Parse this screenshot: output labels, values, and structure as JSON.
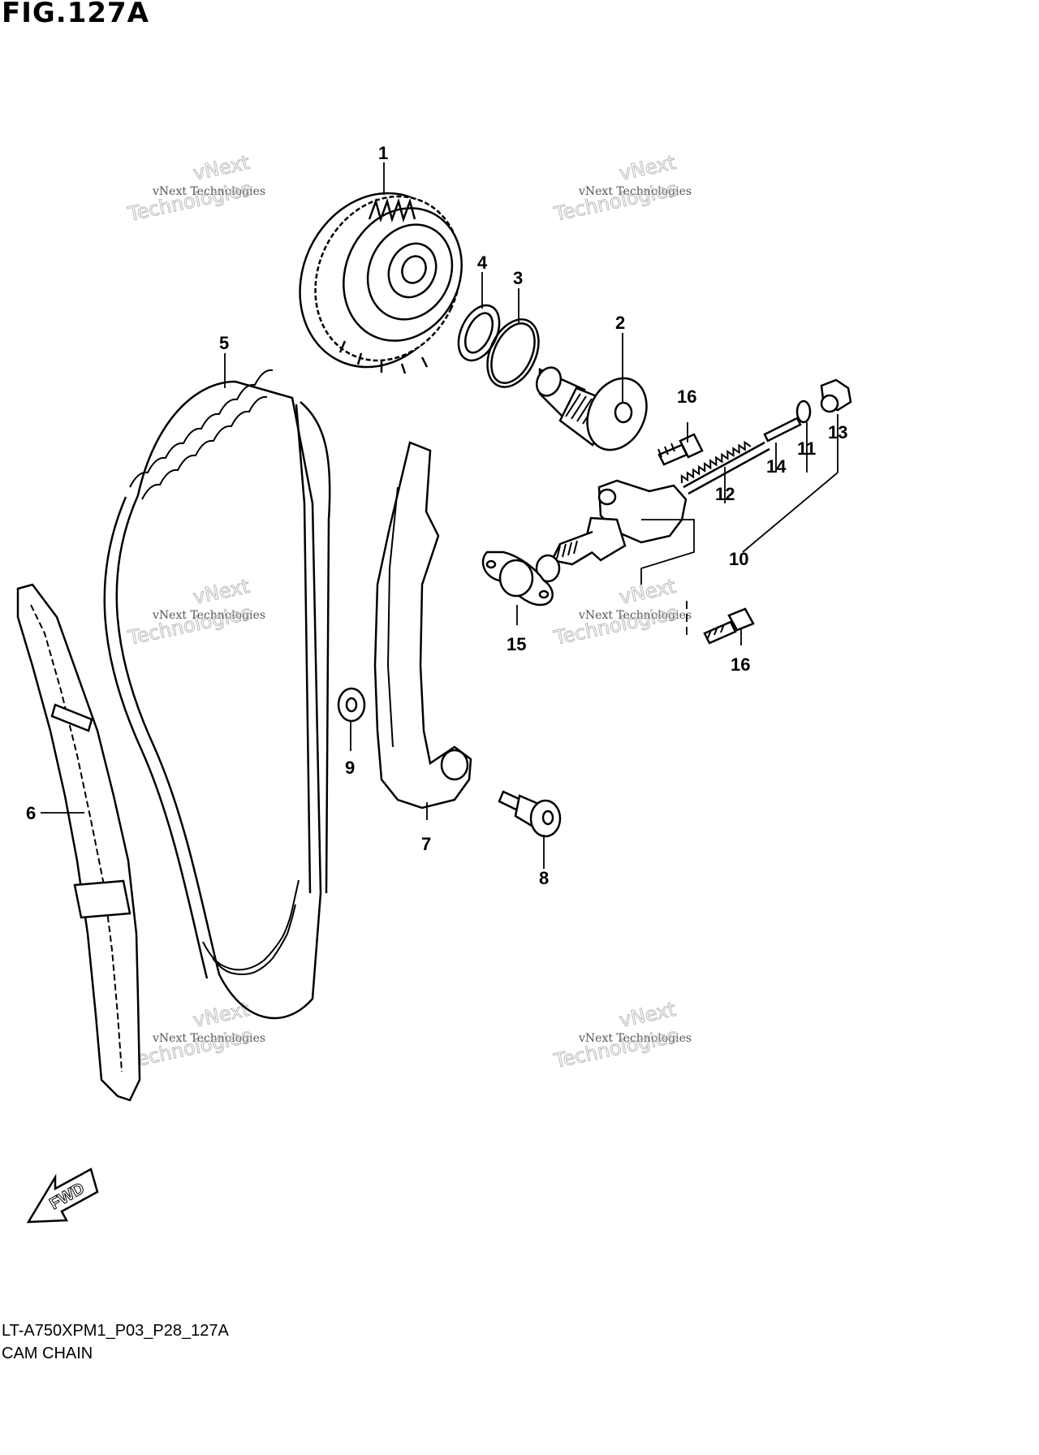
{
  "figure": {
    "title": "FIG.127A",
    "code": "LT-A750XPM1_P03_P28_127A",
    "caption": "CAM CHAIN"
  },
  "watermark": {
    "line1": "vNext Technologies",
    "line2": "vNext",
    "line3": "Technologies"
  },
  "direction_label": "FWD",
  "callouts": [
    "1",
    "2",
    "3",
    "4",
    "5",
    "6",
    "7",
    "8",
    "9",
    "10",
    "11",
    "12",
    "13",
    "14",
    "15",
    "16",
    "16"
  ]
}
